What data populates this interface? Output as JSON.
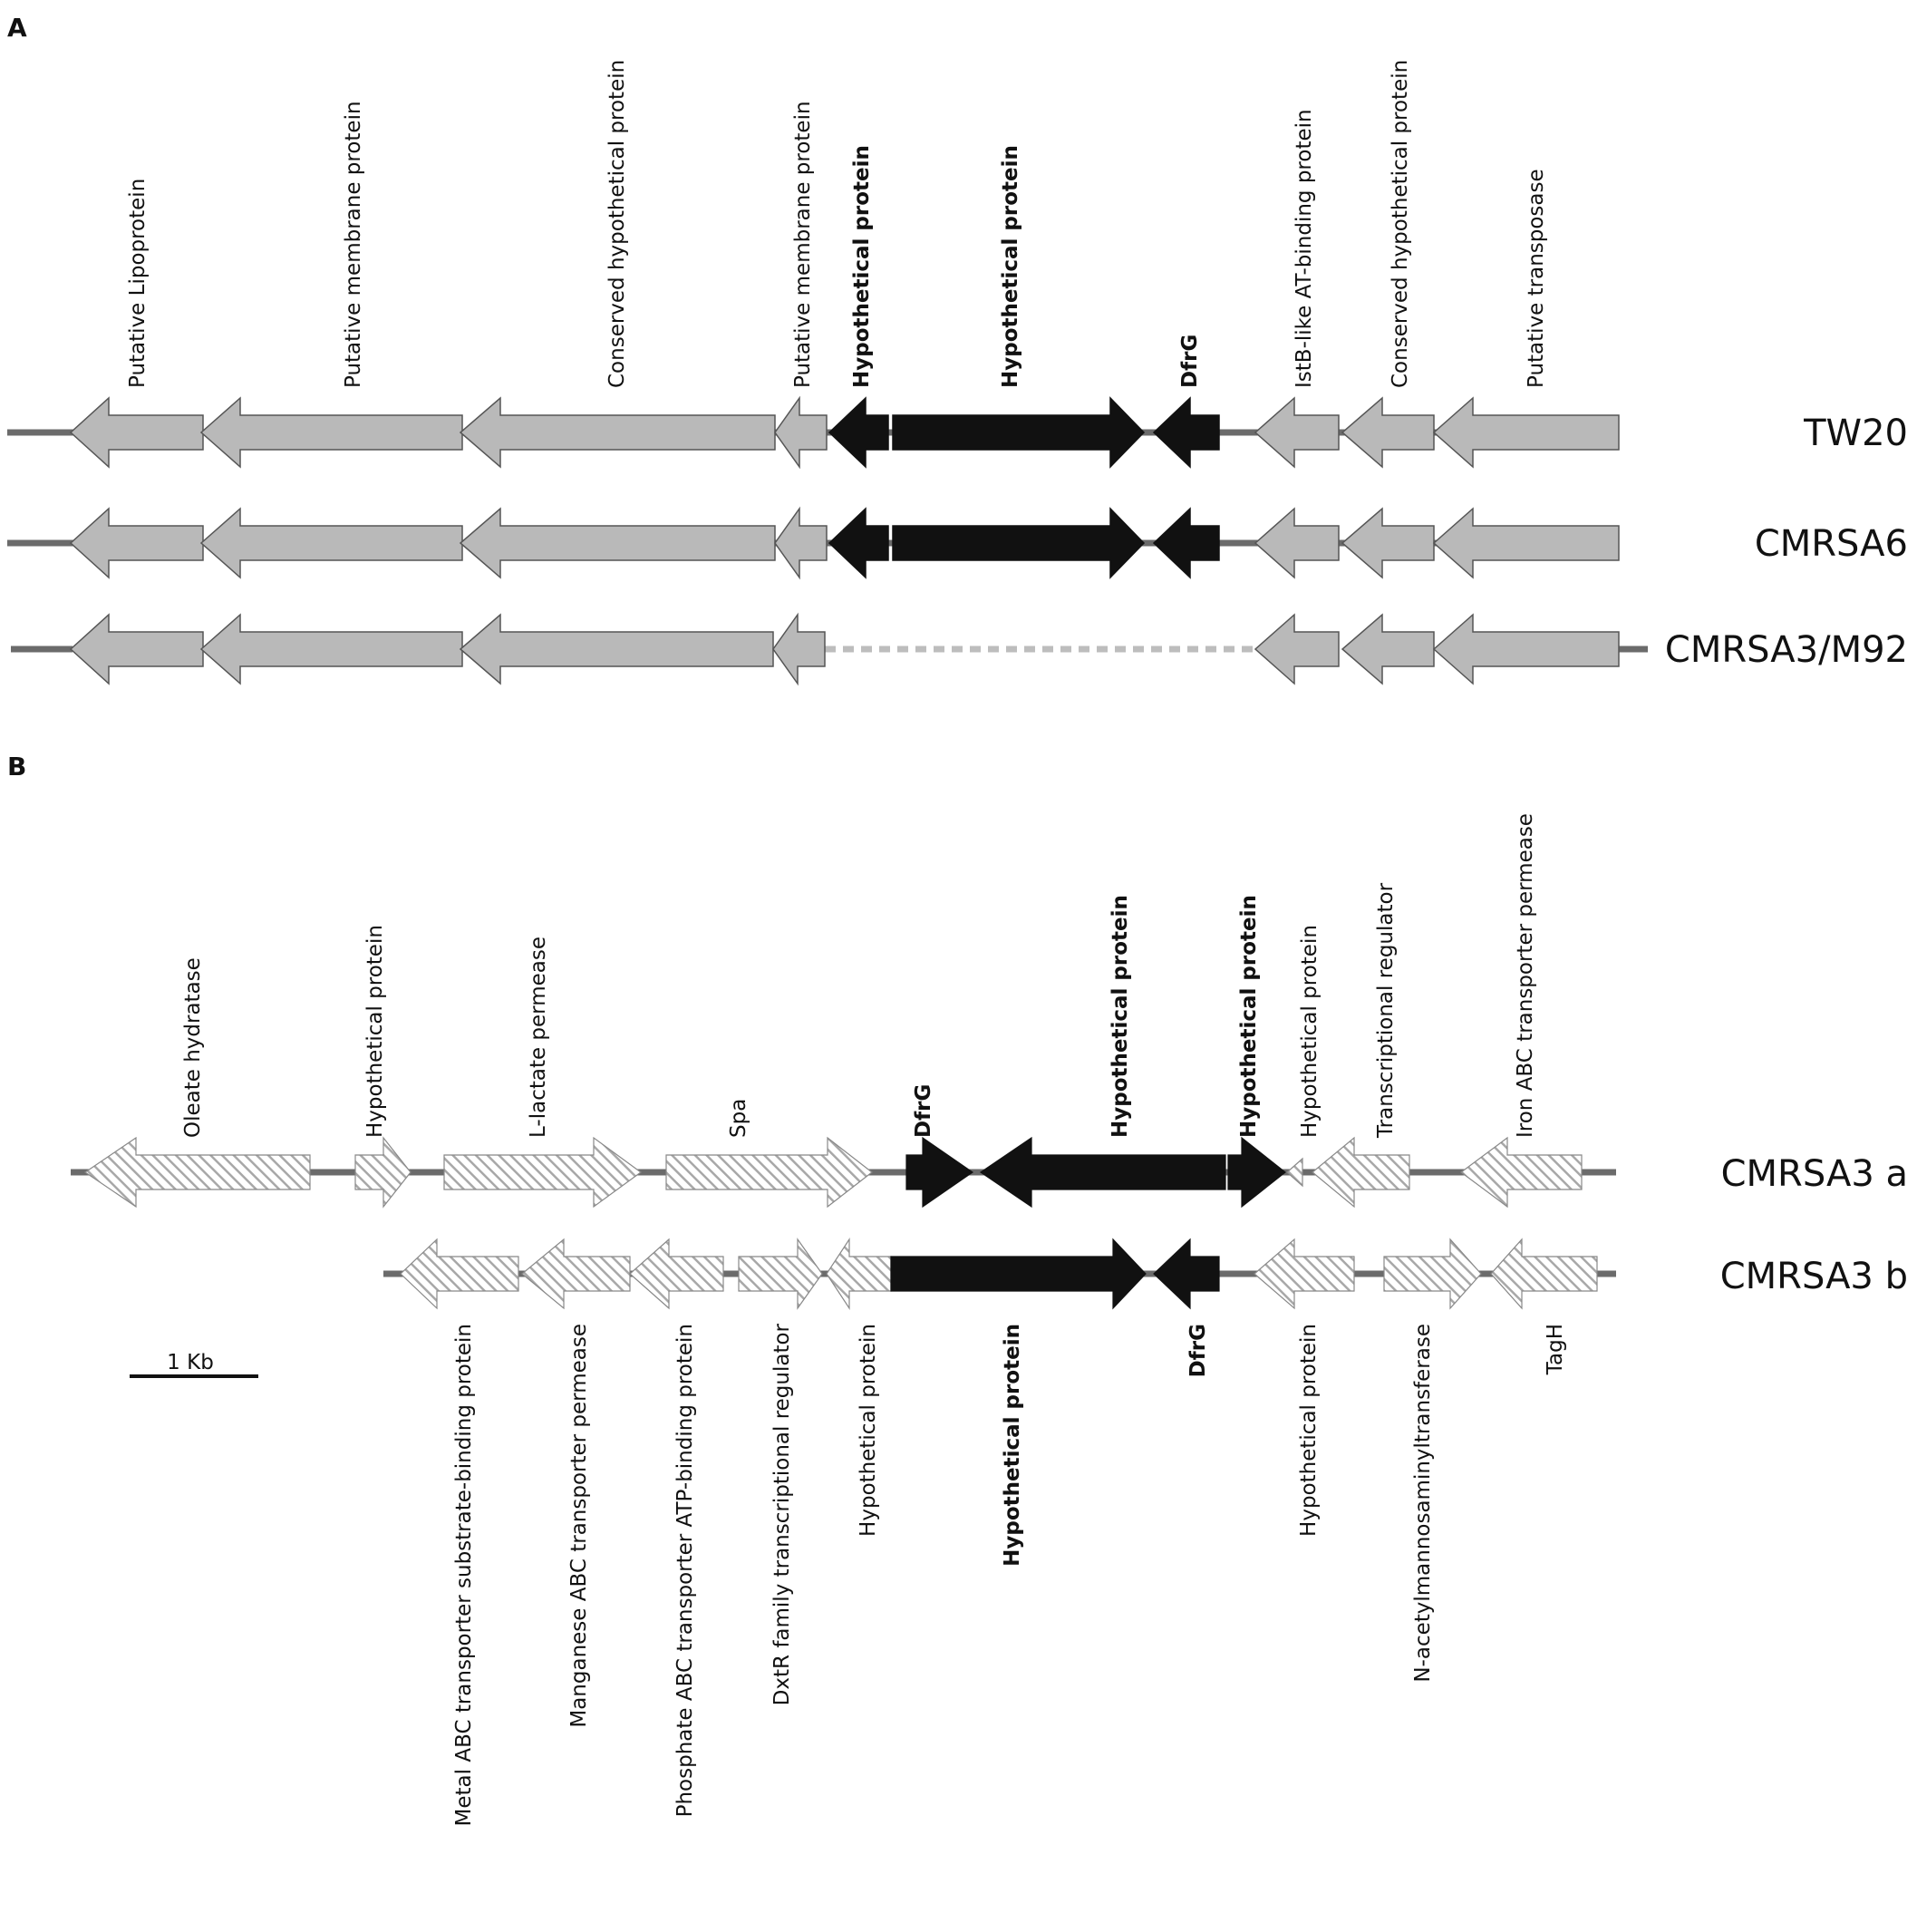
{
  "colors": {
    "backbone": "#6b6b6b",
    "gene_gray": "#b9b9b9",
    "gene_black": "#111111",
    "outline": "#555555",
    "hatch_bg": "#ffffff",
    "hatch_line": "#a8a8a8",
    "dashed_gap": "#bdbdbd"
  },
  "panel_a": {
    "label": "A",
    "gene_labels": [
      {
        "text": "Putative Lipoprotein",
        "bold": false
      },
      {
        "text": "Putative membrane protein",
        "bold": false
      },
      {
        "text": "Conserved hypothetical protein",
        "bold": false
      },
      {
        "text": "Putative membrane protein",
        "bold": false
      },
      {
        "text": "Hypothetical protein",
        "bold": true
      },
      {
        "text": "Hypothetical protein",
        "bold": true
      },
      {
        "text": "DfrG",
        "bold": true
      },
      {
        "text": "IstB-like AT-binding protein",
        "bold": false
      },
      {
        "text": "Conserved hypothetical protein",
        "bold": false
      },
      {
        "text": "Putative transposase",
        "bold": false
      }
    ],
    "strains": [
      "TW20",
      "CMRSA6",
      "CMRSA3/M92"
    ]
  },
  "panel_b": {
    "label": "B",
    "top_labels": [
      {
        "text": "Oleate hydratase",
        "bold": false
      },
      {
        "text": "Hypothetical protein",
        "bold": false
      },
      {
        "text": "L-lactate permease",
        "bold": false
      },
      {
        "text": "Spa",
        "bold": false
      },
      {
        "text": "DfrG",
        "bold": true
      },
      {
        "text": "Hypothetical protein",
        "bold": true
      },
      {
        "text": "Hypothetical protein",
        "bold": true
      },
      {
        "text": "Hypothetical protein",
        "bold": false
      },
      {
        "text": "Transcriptional regulator",
        "bold": false
      },
      {
        "text": "Iron ABC transporter permease",
        "bold": false
      }
    ],
    "bottom_labels": [
      {
        "text": "Metal ABC transporter substrate-binding protein",
        "bold": false
      },
      {
        "text": "Manganese ABC transporter permease",
        "bold": false
      },
      {
        "text": "Phosphate ABC transporter ATP-binding protein",
        "bold": false
      },
      {
        "text": "DxtR family transcriptional regulator",
        "bold": false
      },
      {
        "text": "Hypothetical protein",
        "bold": false
      },
      {
        "text": "Hypothetical protein",
        "bold": true
      },
      {
        "text": "DfrG",
        "bold": true
      },
      {
        "text": "Hypothetical protein",
        "bold": false
      },
      {
        "text": "N-acetylmannosaminyltransferase",
        "bold": false
      },
      {
        "text": "TagH",
        "bold": false
      }
    ],
    "strains": [
      "CMRSA3 a",
      "CMRSA3 b"
    ]
  },
  "scale_bar": {
    "label": "1 Kb"
  }
}
